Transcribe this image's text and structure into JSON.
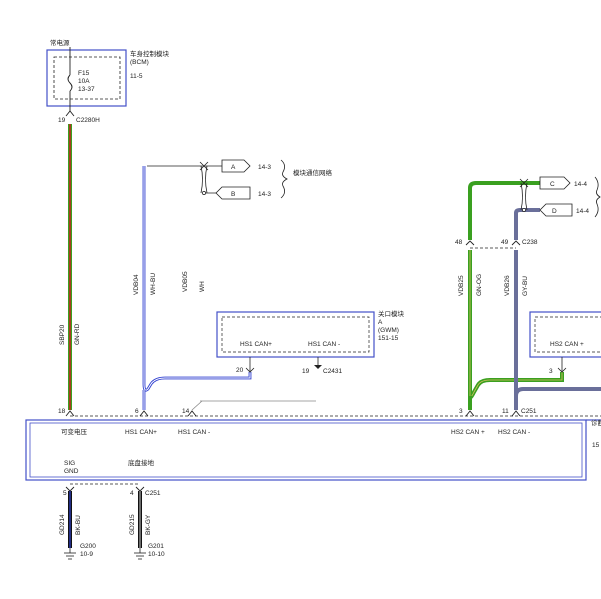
{
  "power": {
    "label": "常电源",
    "fuse_id": "F15",
    "fuse_rating": "10A",
    "fuse_ref": "13-37",
    "bcm_title": "车身控制模块",
    "bcm_abbr": "(BCM)",
    "bcm_ref": "11-5",
    "pin": "19",
    "connector": "C2280H"
  },
  "network": {
    "label": "模块通信网络",
    "conn_a": {
      "letter": "A",
      "ref": "14-3"
    },
    "conn_b": {
      "letter": "B",
      "ref": "14-3"
    },
    "conn_c": {
      "letter": "C",
      "ref": "14-4"
    },
    "conn_d": {
      "letter": "D",
      "ref": "14-4"
    }
  },
  "wires": {
    "sbp20": {
      "circuit": "SBP20",
      "color": "GN-RD"
    },
    "vdb04": {
      "circuit": "VDB04",
      "color": "WH-BU"
    },
    "vdb05": {
      "circuit": "VDB05",
      "color": "WH"
    },
    "vdb25": {
      "circuit": "VDB25",
      "color": "GN-OG"
    },
    "vdb26": {
      "circuit": "VDB26",
      "color": "GY-BU"
    },
    "gd214": {
      "circuit": "GD214",
      "color": "BK-BU"
    },
    "gd215": {
      "circuit": "GD215",
      "color": "BK-GY"
    }
  },
  "gwm": {
    "title": "关口模块",
    "sub1": "A",
    "sub2": "(GWM)",
    "ref": "151-15",
    "hs1_plus": "HS1 CAN+",
    "hs1_minus": "HS1 CAN -",
    "pin20": "20",
    "pin19": "19",
    "connector": "C2431"
  },
  "right_module": {
    "hs2_plus": "HS2 CAN +",
    "pin3": "3"
  },
  "top_connector": {
    "pin48": "48",
    "pin49": "49",
    "connector": "C238"
  },
  "main_module": {
    "side_label": "诊断",
    "side_ref": "15",
    "pins": {
      "p18": "18",
      "p6": "6",
      "p14": "14",
      "p3": "3",
      "p11": "11"
    },
    "connector_top": "C251",
    "labels": {
      "variable_voltage": "可变电压",
      "hs1_plus": "HS1 CAN+",
      "hs1_minus": "HS1 CAN -",
      "hs2_plus": "HS2 CAN +",
      "hs2_minus": "HS2 CAN -",
      "sig": "SIG",
      "gnd": "GND",
      "chassis_ground": "底盘接地"
    },
    "bottom_pins": {
      "p5": "5",
      "p4": "4"
    },
    "connector_bottom": "C251"
  },
  "grounds": {
    "g200": {
      "id": "G200",
      "ref": "10-9"
    },
    "g201": {
      "id": "G201",
      "ref": "10-10"
    }
  },
  "colors": {
    "wire_green": "#3aa020",
    "wire_red": "#c0281e",
    "wire_blue": "#2f3fd0",
    "wire_gray": "#6a6f9a",
    "wire_black": "#111111",
    "module_border": "#4450c8"
  }
}
